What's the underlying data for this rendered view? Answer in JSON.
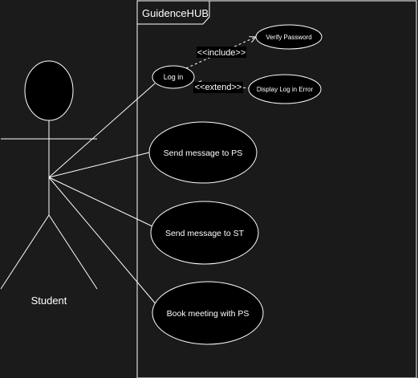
{
  "system": {
    "name": "GuidenceHUB"
  },
  "actor": {
    "name": "Student"
  },
  "use_cases": {
    "login": "Log in",
    "verify_password": "Verify Password",
    "display_error": "Display Log in Error",
    "msg_ps": "Send message to PS",
    "msg_st": "Send message to ST",
    "book_ps": "Book meeting with PS"
  },
  "relations": {
    "include": "<<include>>",
    "extend": "<<extend>>"
  },
  "colors": {
    "background": "#1b1b1b",
    "system_bg": "#1a1a1a",
    "stroke": "#ffffff",
    "fill": "#000000"
  }
}
